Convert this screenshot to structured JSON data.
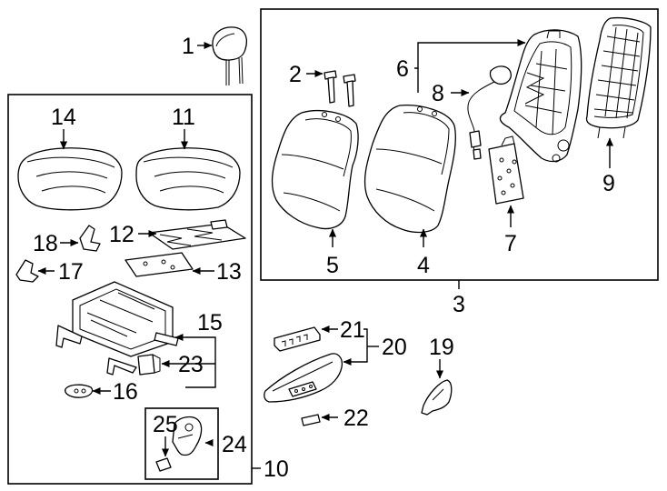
{
  "colors": {
    "line": "#000000",
    "background": "#ffffff"
  },
  "callouts": {
    "c1": "1",
    "c2": "2",
    "c3": "3",
    "c4": "4",
    "c5": "5",
    "c6": "6",
    "c7": "7",
    "c8": "8",
    "c9": "9",
    "c10": "10",
    "c11": "11",
    "c12": "12",
    "c13": "13",
    "c14": "14",
    "c15": "15",
    "c16": "16",
    "c17": "17",
    "c18": "18",
    "c19": "19",
    "c20": "20",
    "c21": "21",
    "c22": "22",
    "c23": "23",
    "c24": "24",
    "c25": "25"
  }
}
